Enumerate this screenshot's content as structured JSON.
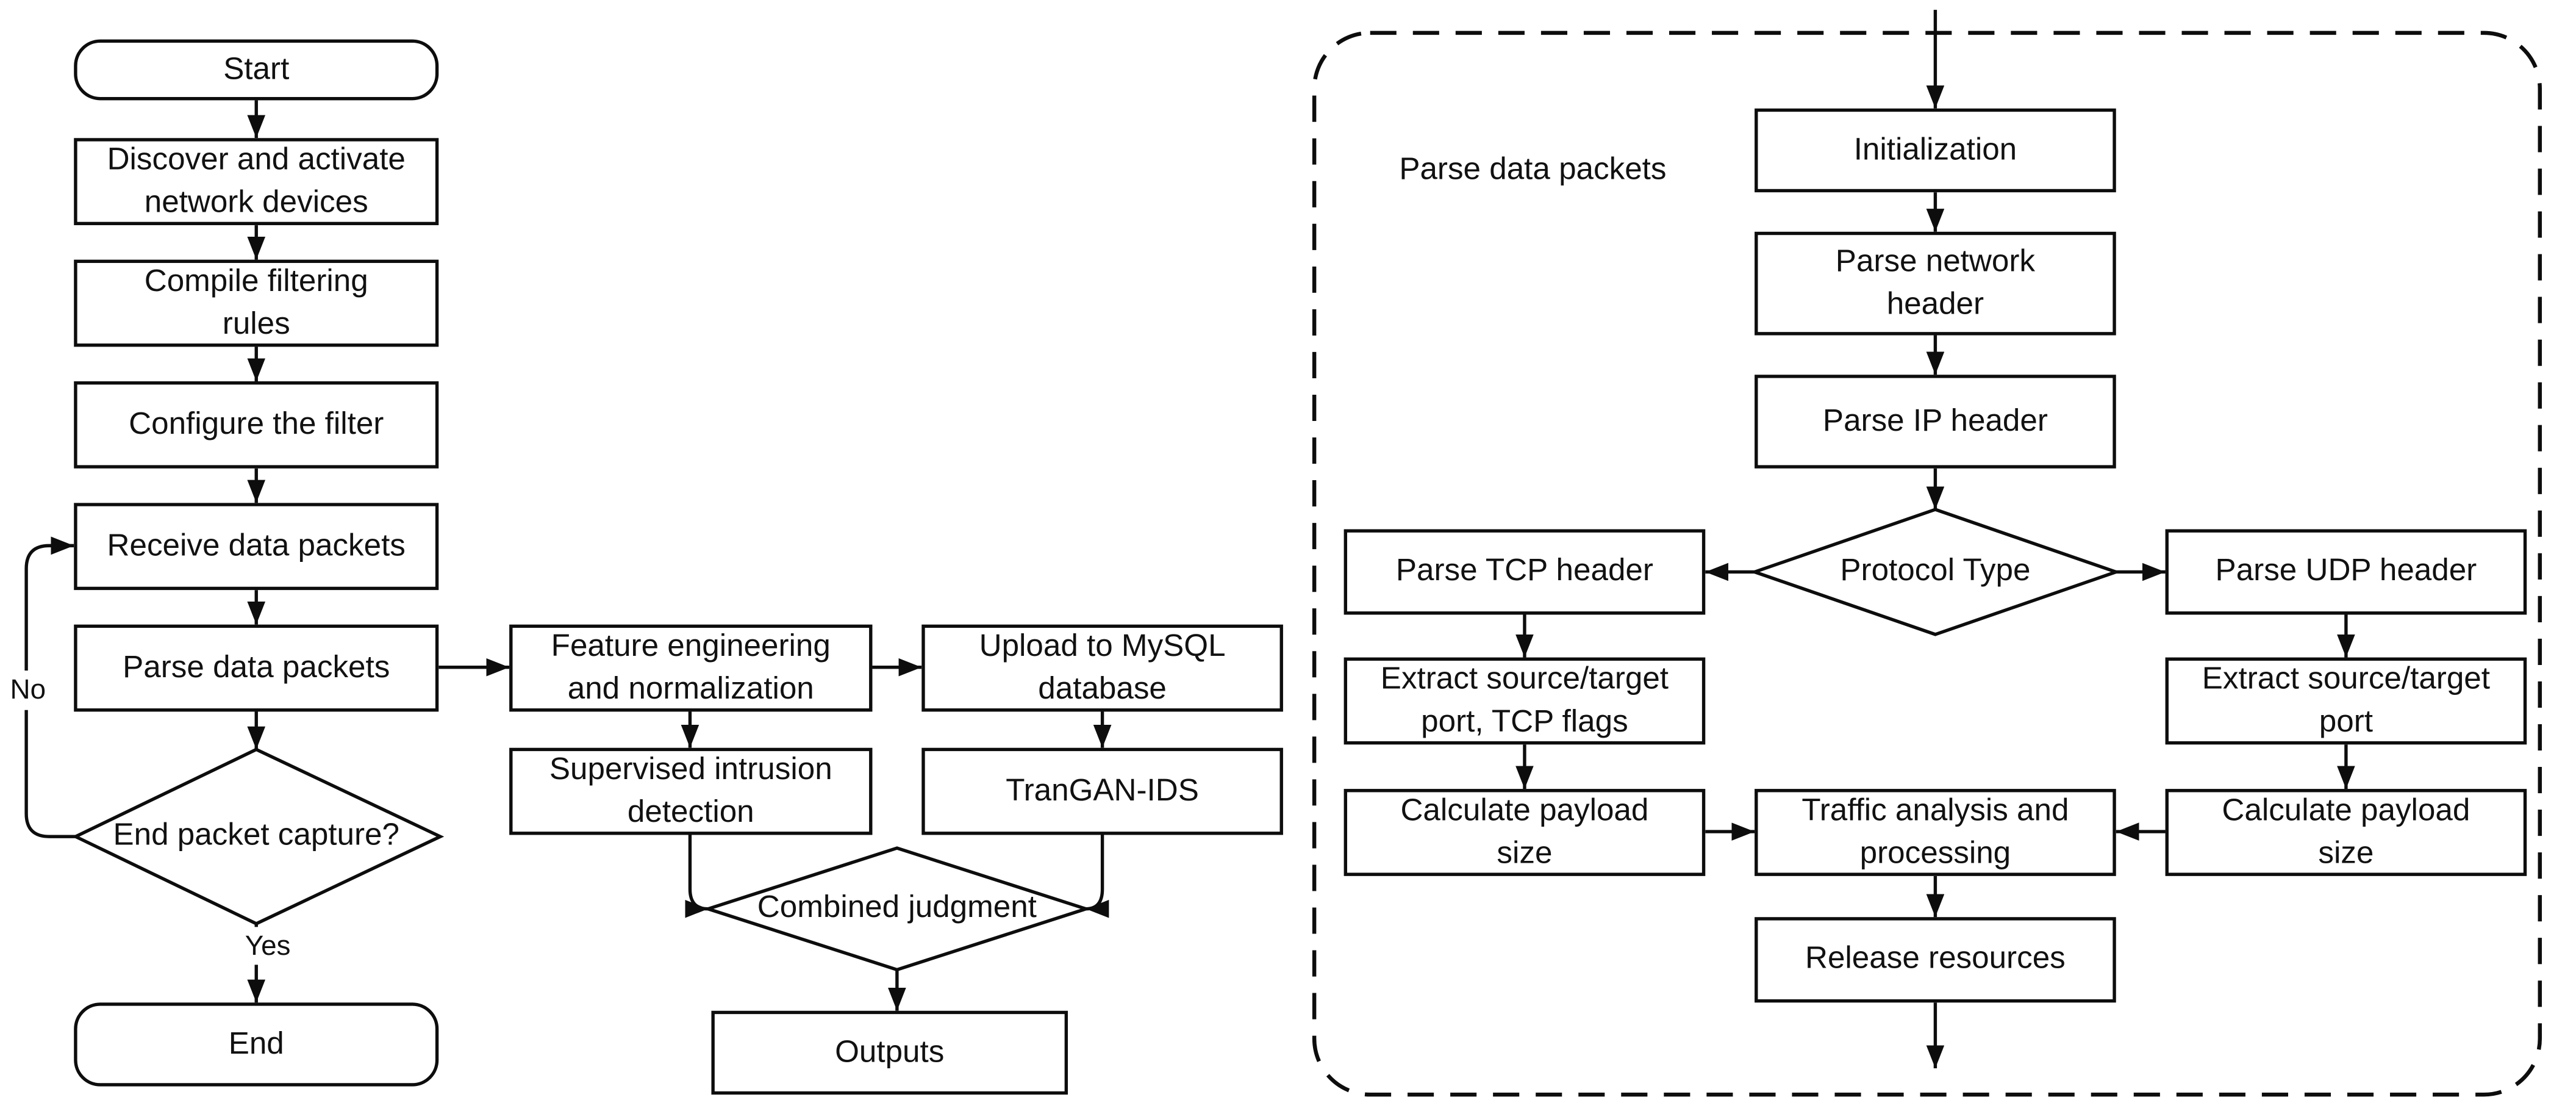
{
  "colors": {
    "stroke": "#0d0d0d",
    "background": "#ffffff",
    "text": "#111111"
  },
  "left_flow": {
    "start": "Start",
    "discover": "Discover and activate network devices",
    "compile": "Compile filtering rules",
    "configure": "Configure the filter",
    "receive": "Receive data packets",
    "parse": "Parse data packets",
    "decision": "End packet capture?",
    "decision_no": "No",
    "decision_yes": "Yes",
    "end": "End"
  },
  "middle_flow": {
    "feature": "Feature engineering and normalization",
    "upload": "Upload to MySQL database",
    "supervised": "Supervised intrusion detection",
    "trangan": "TranGAN-IDS",
    "combined": "Combined judgment",
    "outputs": "Outputs"
  },
  "parse_panel": {
    "title": "Parse data packets",
    "init": "Initialization",
    "parse_network": "Parse network header",
    "parse_ip": "Parse IP header",
    "protocol": "Protocol Type",
    "parse_tcp": "Parse TCP header",
    "parse_udp": "Parse UDP header",
    "extract_tcp": "Extract source/target port, TCP flags",
    "extract_udp": "Extract source/target port",
    "calc_tcp": "Calculate payload size",
    "calc_udp": "Calculate payload size",
    "traffic": "Traffic analysis and processing",
    "release": "Release resources"
  }
}
